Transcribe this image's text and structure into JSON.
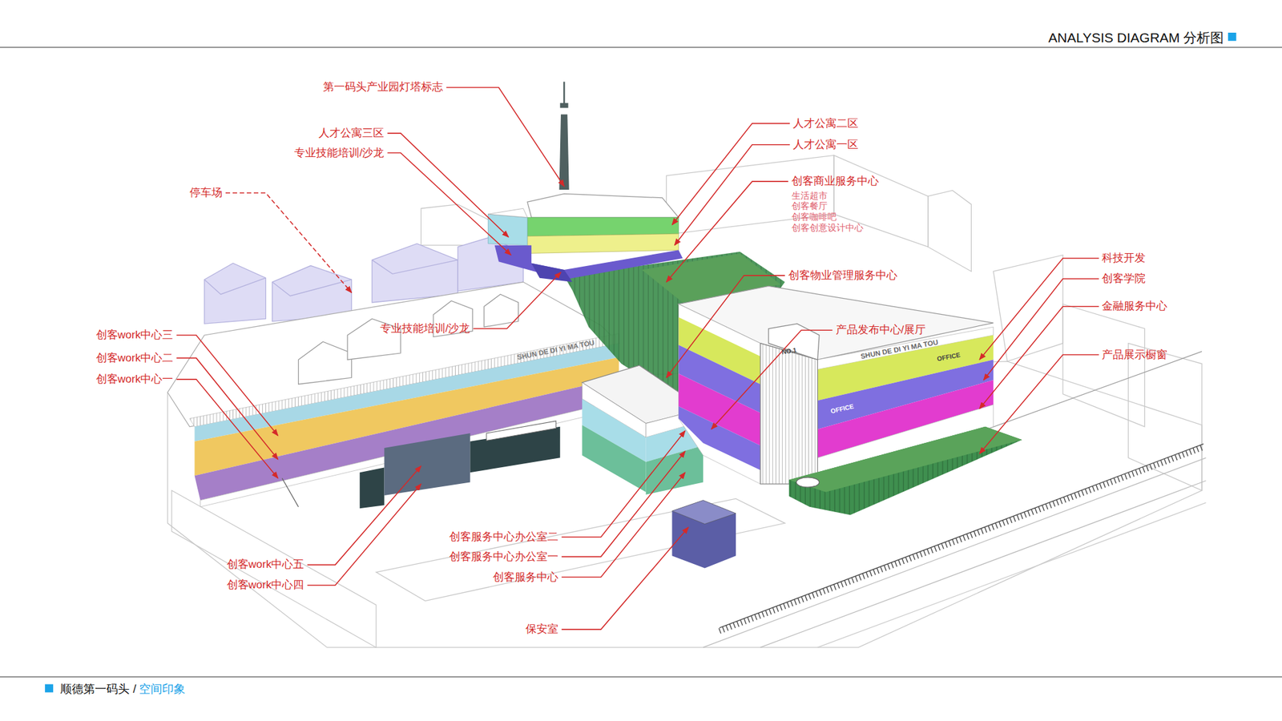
{
  "diagram": {
    "title": "ANALYSIS DIAGRAM 分析图",
    "labels": [
      "第一码头产业园灯塔标志",
      "人才公寓三区",
      "专业技能培训/沙龙",
      "停车场",
      "人才公寓二区",
      "人才公寓一区",
      "创客商业服务中心",
      "生活超市",
      "创客餐厅",
      "创客咖啡吧",
      "创客创意设计中心",
      "创客物业管理服务中心",
      "专业技能培训/沙龙",
      "科技开发",
      "创客学院",
      "金融服务中心",
      "产品展示橱窗",
      "创客work中心三",
      "创客work中心二",
      "创客work中心一",
      "产品发布中心/展厅",
      "创客work中心五",
      "创客work中心四",
      "创客服务中心办公室二",
      "创客服务中心办公室一",
      "创客服务中心",
      "保安室",
      "SHUN DE DI YI MA TOU",
      "SHUN DE DI YI MA TOU",
      "NO.1",
      "OFFICE",
      "OFFICE",
      "顺德第一码头 /",
      "空间印象"
    ]
  }
}
